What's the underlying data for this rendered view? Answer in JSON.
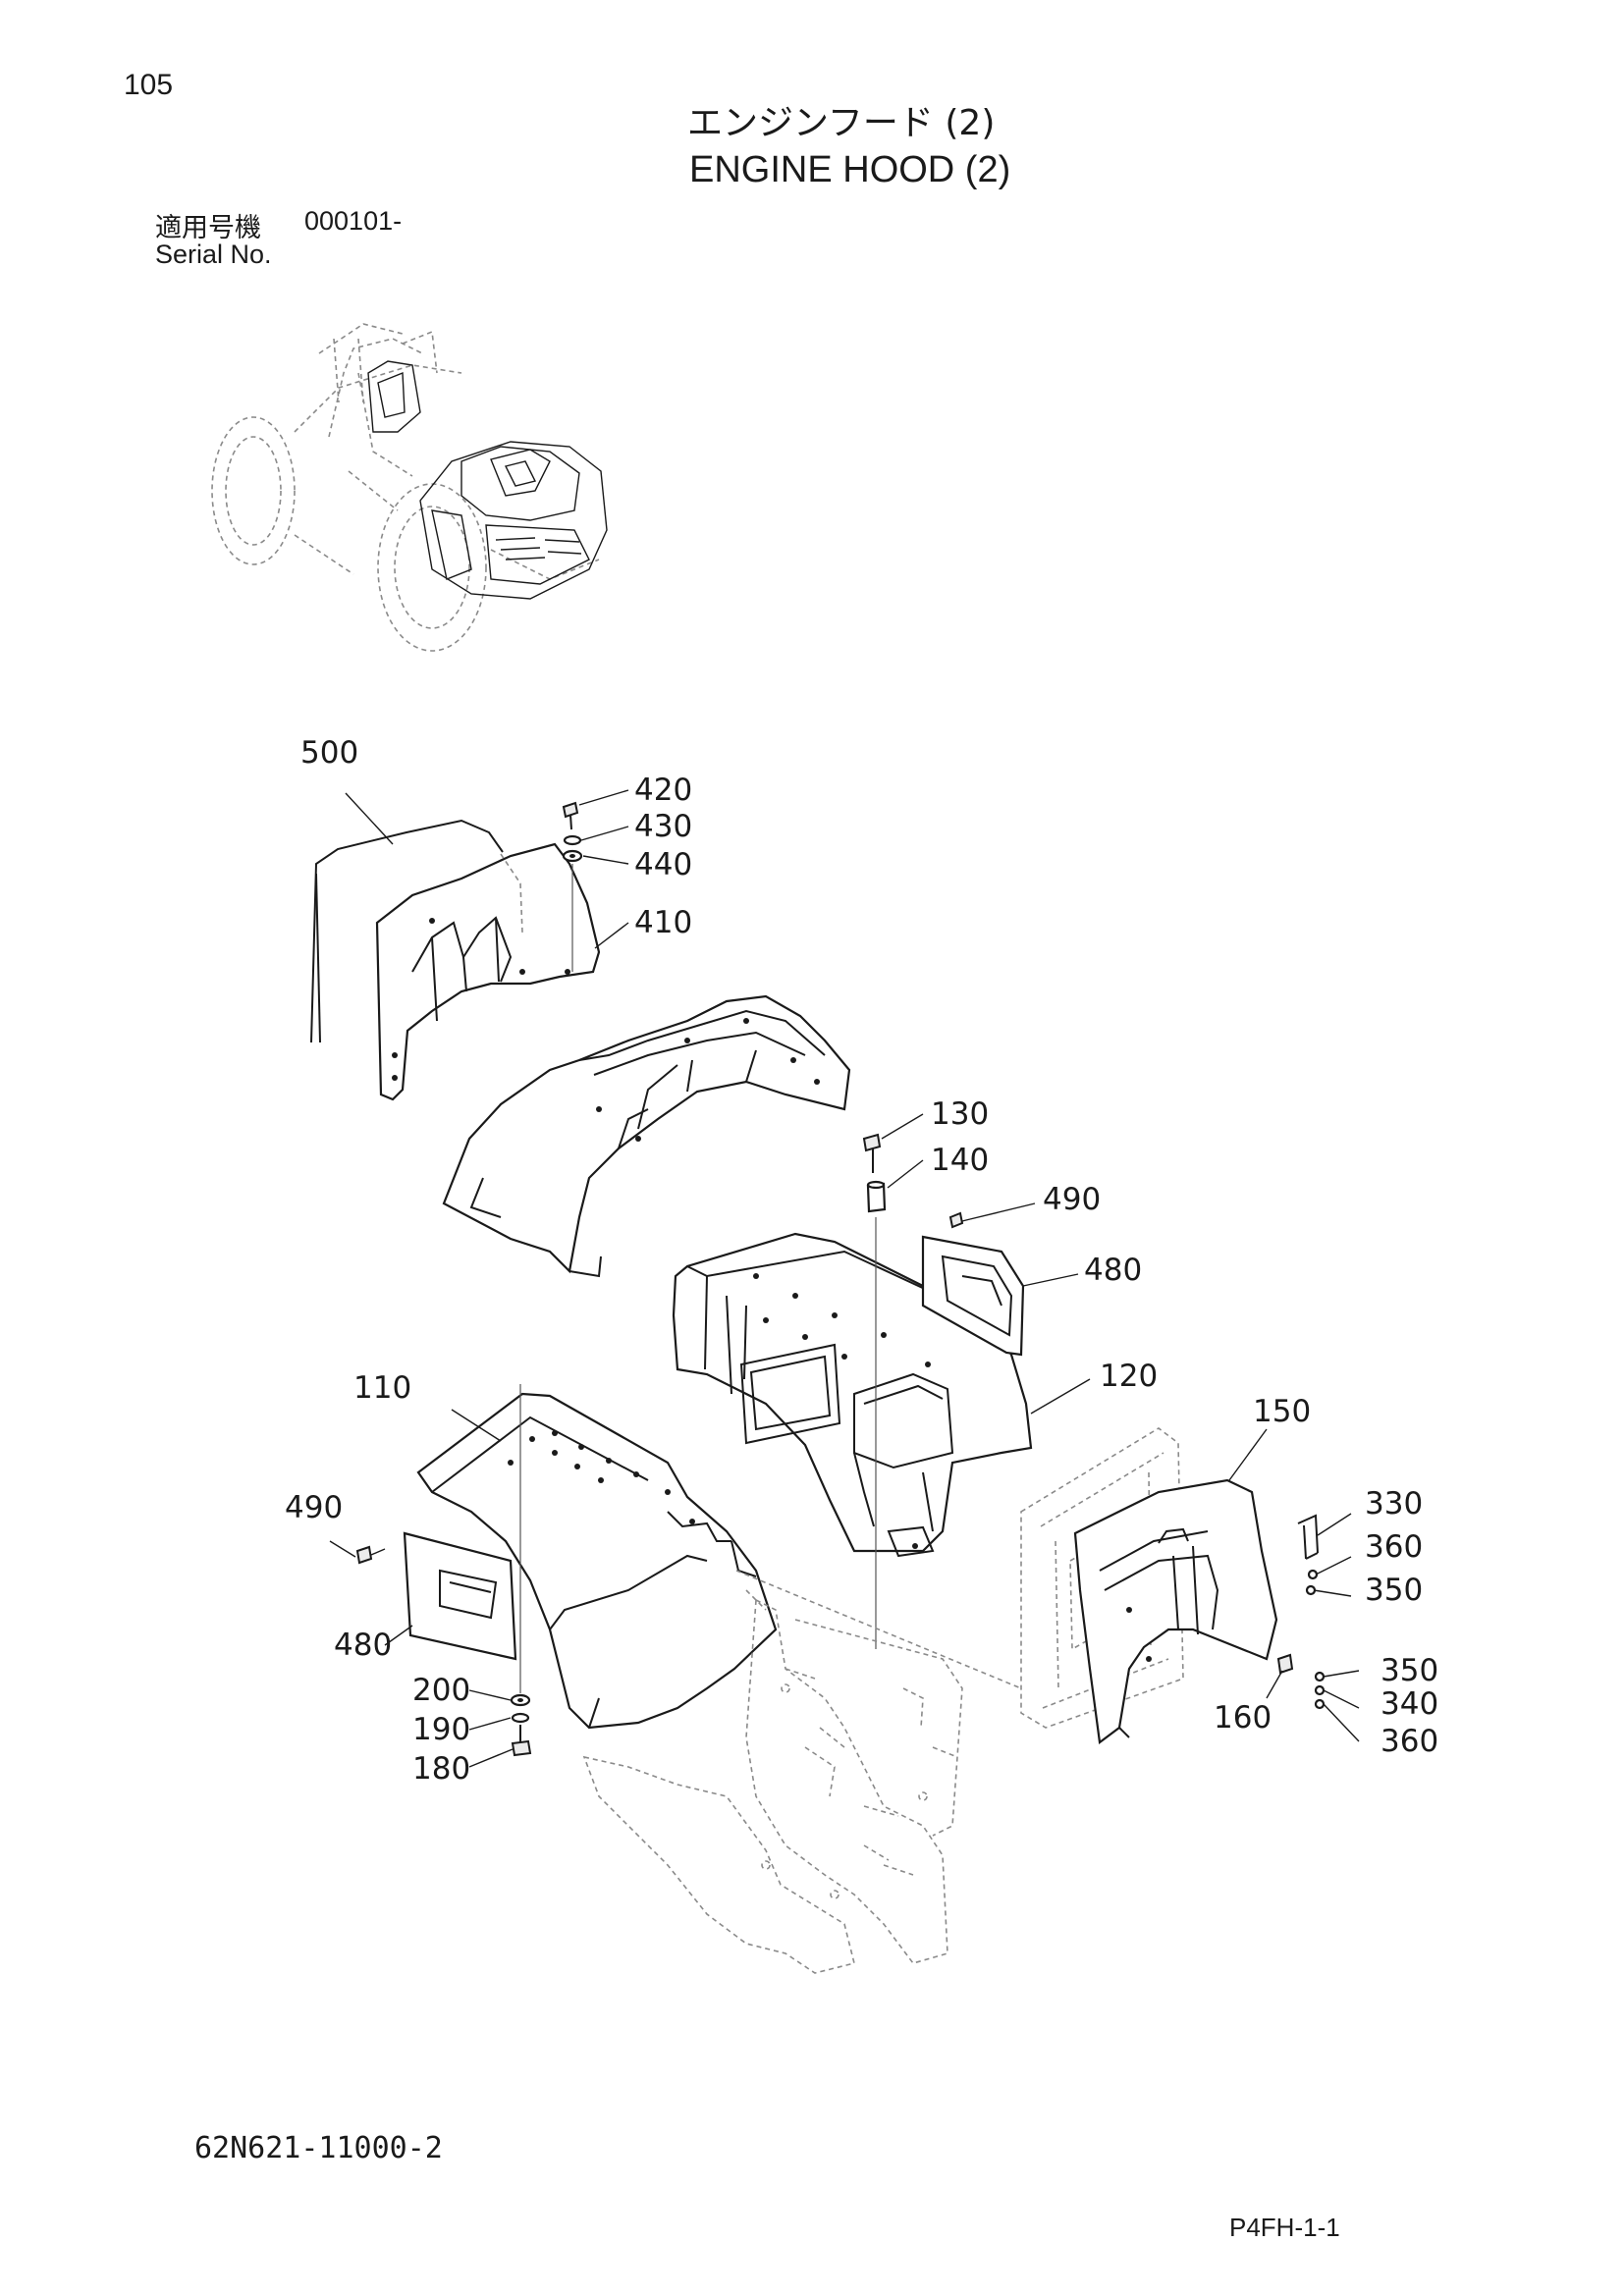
{
  "page_number": "105",
  "title_jp": "エンジンフード (2)",
  "title_en": "ENGINE HOOD (2)",
  "serial": {
    "label_jp": "適用号機",
    "value": "000101-",
    "label_en": "Serial No."
  },
  "callouts": {
    "p500": "500",
    "p420": "420",
    "p430": "430",
    "p440": "440",
    "p410": "410",
    "p130": "130",
    "p140": "140",
    "p490a": "490",
    "p480a": "480",
    "p120": "120",
    "p110": "110",
    "p150": "150",
    "p330": "330",
    "p360a": "360",
    "p350a": "350",
    "p490b": "490",
    "p480b": "480",
    "p350b": "350",
    "p340": "340",
    "p360b": "360",
    "p160": "160",
    "p200": "200",
    "p190": "190",
    "p180": "180"
  },
  "drawing_number": "62N621-11000-2",
  "page_code": "P4FH-1-1"
}
